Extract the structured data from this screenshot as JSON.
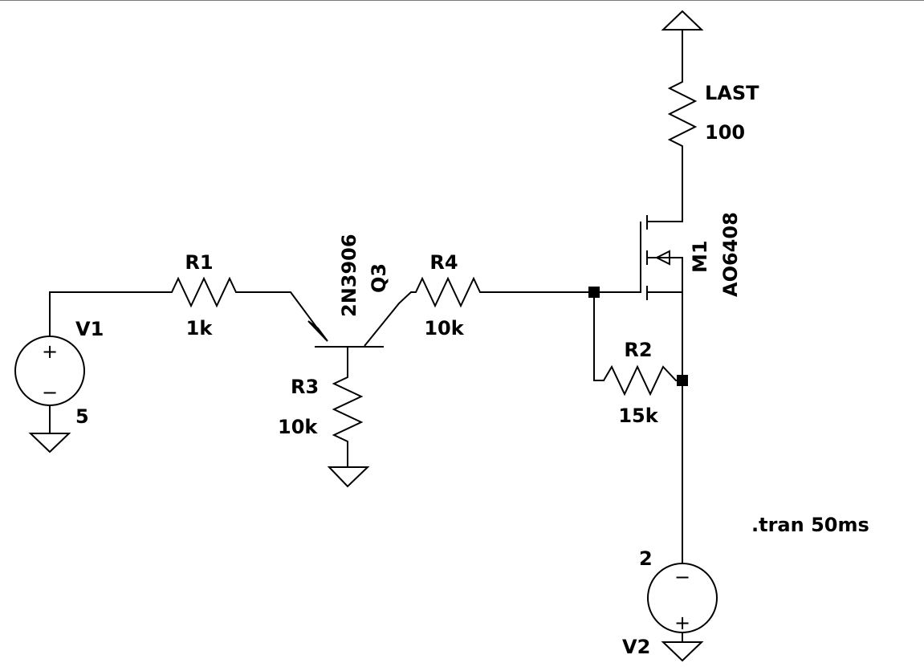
{
  "components": {
    "V1": {
      "ref": "V1",
      "value": "5"
    },
    "V2": {
      "ref": "V2",
      "value": "2"
    },
    "R1": {
      "ref": "R1",
      "value": "1k"
    },
    "R2": {
      "ref": "R2",
      "value": "15k"
    },
    "R3": {
      "ref": "R3",
      "value": "10k"
    },
    "R4": {
      "ref": "R4",
      "value": "10k"
    },
    "LAST": {
      "ref": "LAST",
      "value": "100"
    },
    "Q3": {
      "ref": "Q3",
      "model": "2N3906"
    },
    "M1": {
      "ref": "M1",
      "model": "AO6408"
    }
  },
  "directive": ".tran 50ms",
  "source_signs": {
    "plus": "+",
    "minus": "−"
  }
}
